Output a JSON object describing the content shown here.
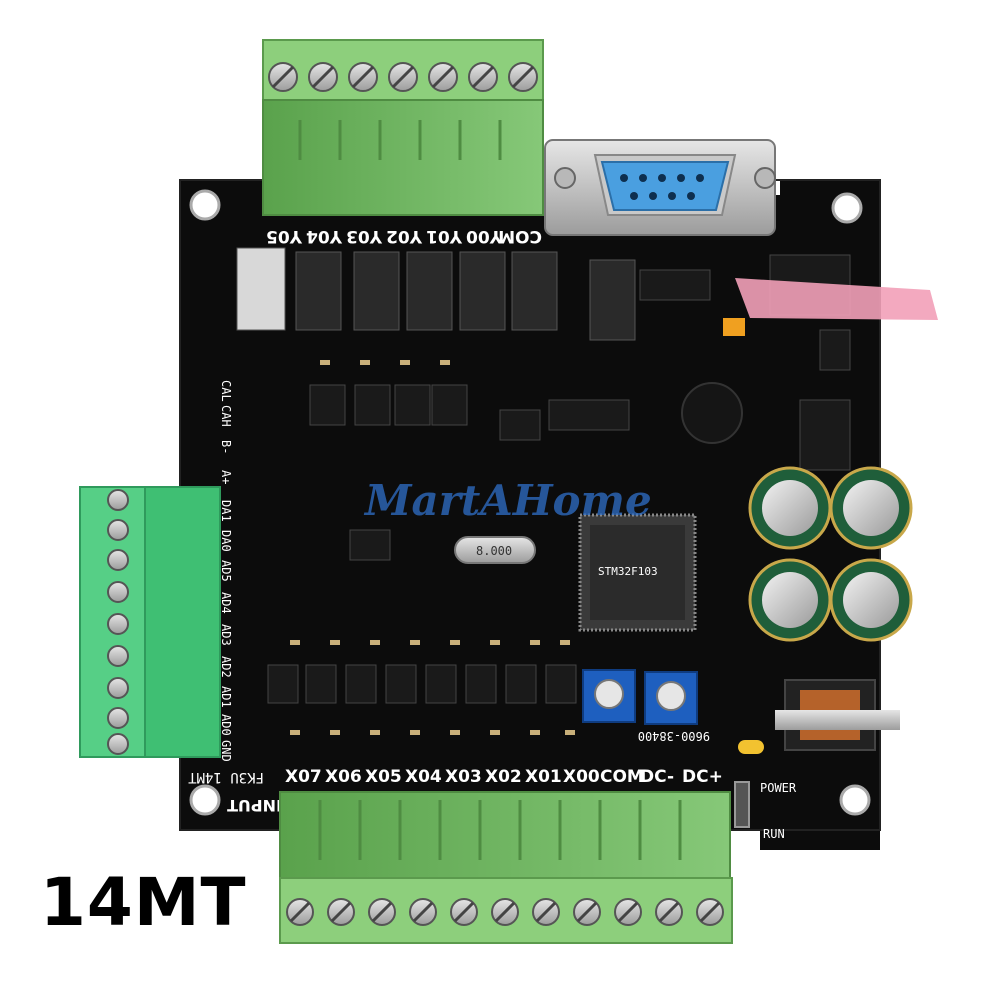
{
  "caption": "14MT",
  "board": {
    "model_label": "FK3U 14MT",
    "input_label": "INPUT",
    "baud_label": "9600-38400",
    "power_label": "POWER",
    "run_label": "RUN",
    "crystal_label": "8.000",
    "watermark": "MartAHome",
    "mcu_label": "STM32F103",
    "output_terminals": [
      "Y05",
      "Y04",
      "Y03",
      "Y02",
      "Y01",
      "Y00",
      "COM"
    ],
    "input_terminals": [
      "X07",
      "X06",
      "X05",
      "X04",
      "X03",
      "X02",
      "X01",
      "X00",
      "COM",
      "DC-",
      "DC+"
    ],
    "analog_terminals": [
      "CAL",
      "CAH",
      "B-",
      "A+",
      "DA1",
      "DA0",
      "AD5",
      "AD4",
      "AD3",
      "AD2",
      "AD1",
      "AD0",
      "GND"
    ]
  },
  "colors": {
    "pcb": "#0c0c0c",
    "terminal_green": "#7cc26a",
    "analog_terminal_green": "#3fbf73",
    "db9_blue": "#4a9fe0",
    "trimpot_blue": "#1e5fbf",
    "capacitor_green": "#1f5e3a"
  }
}
